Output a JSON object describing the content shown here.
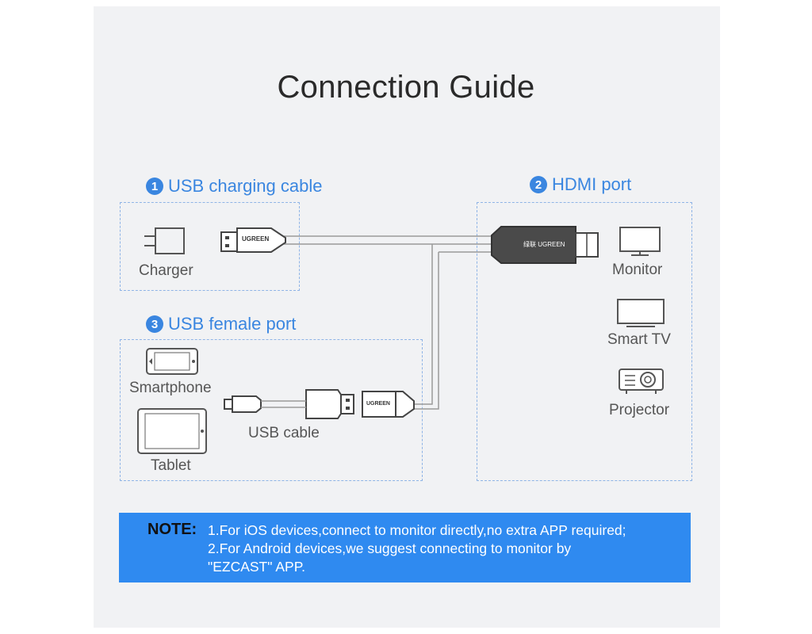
{
  "title": "Connection Guide",
  "sections": {
    "usb_charging": {
      "number": "1",
      "label": "USB charging cable"
    },
    "hdmi": {
      "number": "2",
      "label": "HDMI port"
    },
    "usb_female": {
      "number": "3",
      "label": "USB female port"
    }
  },
  "labels": {
    "charger": "Charger",
    "monitor": "Monitor",
    "smart_tv": "Smart TV",
    "projector": "Projector",
    "smartphone": "Smartphone",
    "tablet": "Tablet",
    "usb_cable": "USB cable"
  },
  "brand_marks": {
    "usb_plug": "UGREEN",
    "hdmi_plug": "绿联 UGREEN",
    "usb_female": "UGREEN"
  },
  "note": {
    "key": "NOTE:",
    "line1": "1.For iOS devices,connect to monitor directly,no extra APP required;",
    "line2": "2.For Android devices,we suggest connecting to monitor by",
    "line3": "\"EZCAST\" APP."
  },
  "colors": {
    "accent": "#3a86e0",
    "note_bg": "#2f8af0",
    "dashed_border": "#8fb4e6"
  }
}
